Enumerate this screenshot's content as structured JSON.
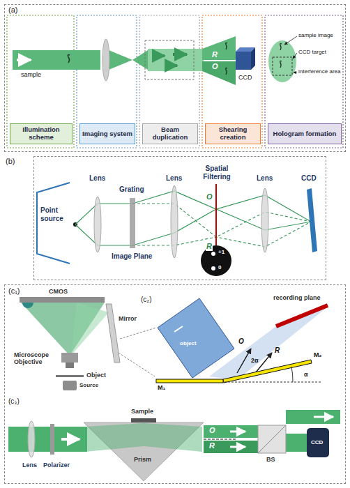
{
  "diagram": {
    "nodes": [
      {
        "text": [
          "(a)"
        ]
      },
      {
        "text": [
          "Illumination scheme"
        ],
        "in": 0
      },
      {
        "text": [
          "Imaging system"
        ],
        "in": 0
      },
      {
        "text": [
          "Beam duplication"
        ],
        "in": 0
      },
      {
        "text": [
          "Shearing creation"
        ],
        "in": 0
      },
      {
        "text": [
          "Hologram formation"
        ],
        "in": 0
      },
      {
        "text": [
          "(b)"
        ]
      },
      {
        "text": [
          "(c₁)"
        ]
      }
    ],
    "labels": [
      "sample",
      "R",
      "O",
      "CCD",
      "sample image",
      "CCD target",
      "interference area",
      "Point source",
      "Lens",
      "Grating",
      "Image Plane",
      "Lens",
      "Spatial Filtering",
      "O",
      "R",
      "Lens",
      "CCD",
      "+1",
      "0",
      "CMOS",
      "Mirror",
      "Microscope Objective",
      "Object",
      "Source",
      "(c₂)",
      "recording plane",
      "object",
      "O",
      "2α",
      "R",
      "M₁",
      "M₂",
      "α",
      "(c₃)",
      "Sample",
      "Lens",
      "Polarizer",
      "Prism",
      "O",
      "R",
      "BS",
      "CCD"
    ]
  }
}
